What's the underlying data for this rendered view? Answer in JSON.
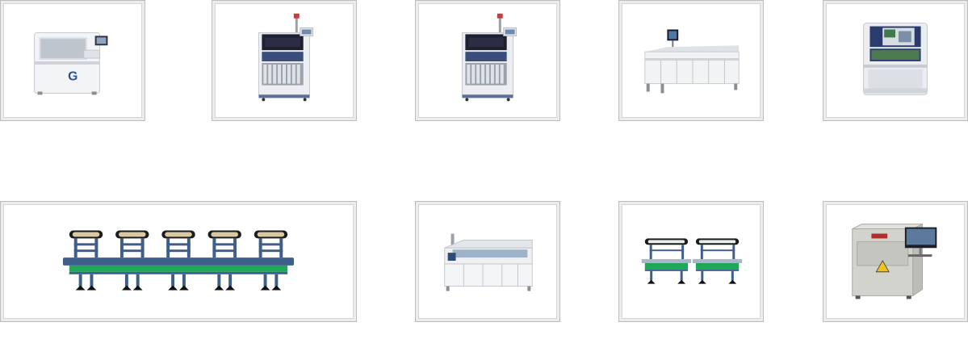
{
  "gallery": {
    "items": [
      {
        "name": "stencil-printer",
        "logo": "G"
      },
      {
        "name": "pick-and-place-machine-1"
      },
      {
        "name": "pick-and-place-machine-2"
      },
      {
        "name": "reflow-oven"
      },
      {
        "name": "aoi-inspection-machine"
      },
      {
        "name": "conveyor-line-long"
      },
      {
        "name": "wave-soldering-machine"
      },
      {
        "name": "conveyor-line-short"
      },
      {
        "name": "xray-inspection-machine"
      }
    ]
  },
  "colors": {
    "frame_border": "#bdbdbd",
    "machine_body": "#e8e9ec",
    "machine_dark": "#1e2030",
    "conveyor_blue": "#3e5f8a",
    "conveyor_green": "#1fa85a",
    "xray_body": "#cfcfca"
  }
}
